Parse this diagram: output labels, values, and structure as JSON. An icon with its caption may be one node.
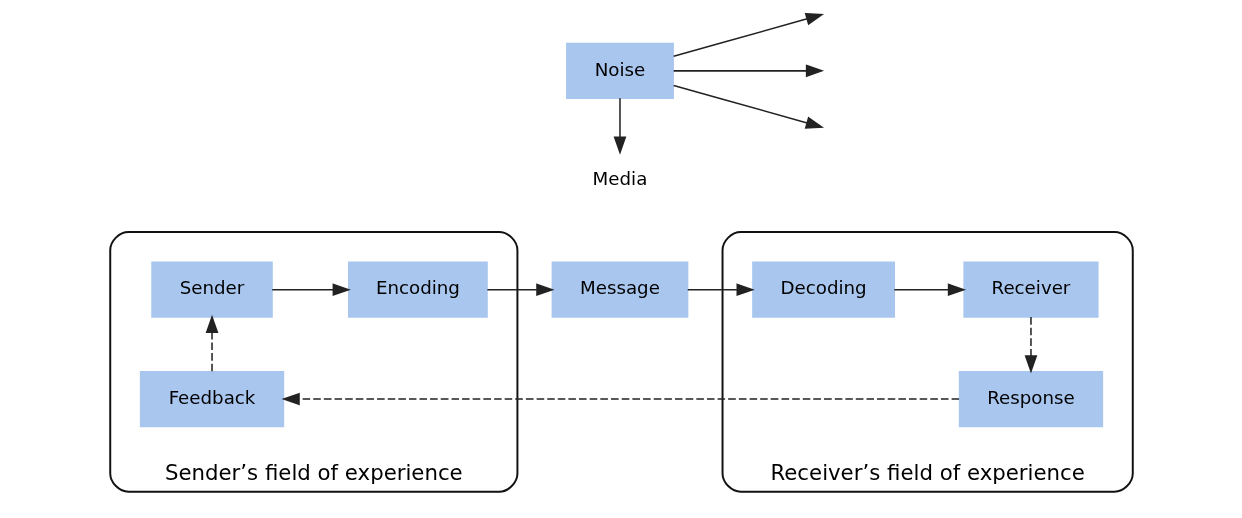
{
  "diagram": {
    "nodes": [
      {
        "text": [
          "Sender’s field of experience"
        ]
      },
      {
        "text": [
          "Receiver’s field of experience"
        ]
      },
      {
        "text": [
          "Sender"
        ],
        "in": 0
      },
      {
        "text": [
          "Encoding"
        ],
        "in": 0
      },
      {
        "text": [
          "Message"
        ]
      },
      {
        "text": [
          "Media"
        ]
      },
      {
        "text": [
          "Noise"
        ]
      },
      {
        "text": [
          "Decoding"
        ],
        "in": 1
      },
      {
        "text": [
          "Receiver"
        ],
        "in": 1
      },
      {
        "text": [
          "Feedback"
        ],
        "in": 0
      },
      {
        "text": [
          "Response"
        ],
        "in": 1
      }
    ],
    "edges": [
      {
        "from": 2,
        "to": 3,
        "arrow": "to"
      },
      {
        "from": 3,
        "to": 4,
        "arrow": "to"
      },
      {
        "from": 4,
        "to": 7,
        "arrow": "to"
      },
      {
        "from": 7,
        "to": 8,
        "arrow": "to"
      },
      {
        "from": 8,
        "to": 10,
        "arrow": "to",
        "style": "dashed"
      },
      {
        "from": 10,
        "to": 9,
        "arrow": "to",
        "style": "dashed"
      },
      {
        "from": 9,
        "to": 2,
        "arrow": "to",
        "style": "dashed"
      },
      {
        "from": 6,
        "to": 5,
        "arrow": "to"
      },
      {
        "from": 6,
        "to": null,
        "arrow": "to"
      },
      {
        "from": 6,
        "to": null,
        "arrow": "to"
      },
      {
        "from": 6,
        "to": null,
        "arrow": "to"
      }
    ]
  }
}
